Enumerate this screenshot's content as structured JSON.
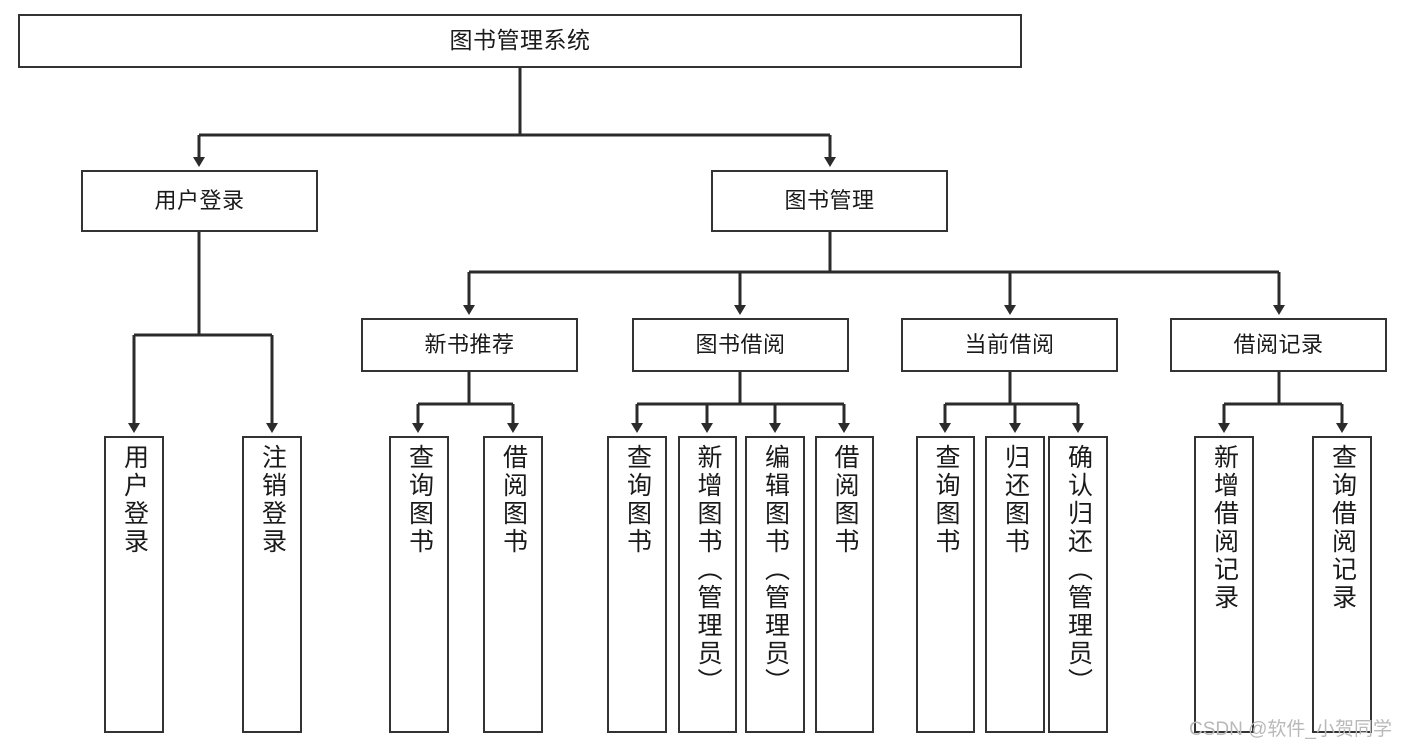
{
  "diagram": {
    "title": "图书管理系统",
    "type": "tree-hierarchy",
    "levels": {
      "root": {
        "label": "图书管理系统"
      },
      "level2": [
        {
          "label": "用户登录"
        },
        {
          "label": "图书管理"
        }
      ],
      "level3": [
        {
          "label": "新书推荐"
        },
        {
          "label": "图书借阅"
        },
        {
          "label": "当前借阅"
        },
        {
          "label": "借阅记录"
        }
      ],
      "leaves": {
        "user_login": [
          {
            "label": "用户登录"
          },
          {
            "label": "注销登录"
          }
        ],
        "new_book_recommend": [
          {
            "label": "查询图书"
          },
          {
            "label": "借阅图书"
          }
        ],
        "book_borrow": [
          {
            "label": "查询图书"
          },
          {
            "label": "新增图书（管理员）"
          },
          {
            "label": "编辑图书（管理员）"
          },
          {
            "label": "借阅图书"
          }
        ],
        "current_borrow": [
          {
            "label": "查询图书"
          },
          {
            "label": "归还图书"
          },
          {
            "label": "确认归还（管理员）"
          }
        ],
        "borrow_record": [
          {
            "label": "新增借阅记录"
          },
          {
            "label": "查询借阅记录"
          }
        ]
      }
    },
    "watermark": "CSDN @软件_小贺同学",
    "colors": {
      "border": "#333333",
      "background": "#ffffff",
      "text": "#1a1a1a",
      "watermark": "#b9b9b9"
    }
  }
}
